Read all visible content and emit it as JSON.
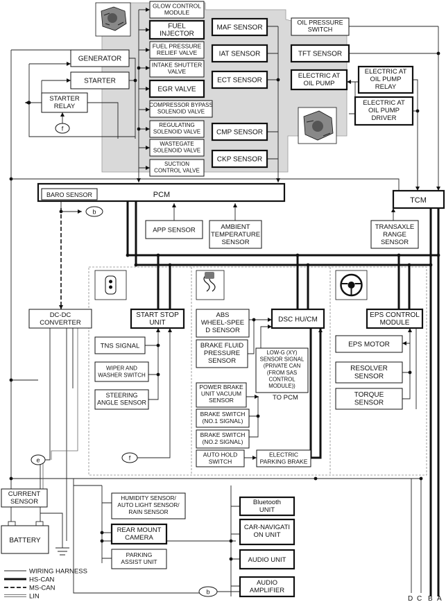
{
  "engine": {
    "glow_control_module": [
      "GLOW CONTROL",
      "MODULE"
    ],
    "fuel_injector": [
      "FUEL",
      "INJECTOR"
    ],
    "fuel_pressure_relief": [
      "FUEL PRESSURE",
      "RELIEF VALVE"
    ],
    "intake_shutter": [
      "INTAKE SHUTTER",
      "VALVE"
    ],
    "egr_valve": [
      "EGR VALVE"
    ],
    "compressor_bypass": [
      "COMPRESSOR BYPASS",
      "SOLENOID VALVE"
    ],
    "regulating_solenoid": [
      "REGULATING",
      "SOLENOID VALVE"
    ],
    "wastegate_solenoid": [
      "WASTEGATE",
      "SOLENOID VALVE"
    ],
    "suction_control": [
      "SUCTION",
      "CONTROL VALVE"
    ],
    "maf_sensor": [
      "MAF SENSOR"
    ],
    "iat_sensor": [
      "IAT SENSOR"
    ],
    "ect_sensor": [
      "ECT SENSOR"
    ],
    "cmp_sensor": [
      "CMP SENSOR"
    ],
    "ckp_sensor": [
      "CKP SENSOR"
    ],
    "oil_pressure_switch": [
      "OIL PRESSURE",
      "SWITCH"
    ],
    "tft_sensor": [
      "TFT SENSOR"
    ],
    "electric_at_oil_pump": [
      "ELECTRIC AT",
      "OIL PUMP"
    ],
    "electric_at_relay": [
      "ELECTRIC AT",
      "OIL PUMP",
      "RELAY"
    ],
    "electric_at_driver": [
      "ELECTRIC AT",
      "OIL PUMP",
      "DRIVER"
    ],
    "generator": [
      "GENERATOR"
    ],
    "starter": [
      "STARTER"
    ],
    "starter_relay": [
      "STARTER",
      "RELAY"
    ]
  },
  "pcm": {
    "baro_sensor": "BARO SENSOR",
    "pcm_label": "PCM",
    "tcm_label": "TCM",
    "app_sensor": [
      "APP SENSOR"
    ],
    "ambient_temp": [
      "AMBIENT",
      "TEMPERATURE",
      "SENSOR"
    ],
    "transaxle_range": [
      "TRANSAXLE",
      "RANGE",
      "SENSOR"
    ]
  },
  "chassis": {
    "dcdc": [
      "DC-DC",
      "CONVERTER"
    ],
    "start_stop": [
      "START STOP",
      "UNIT"
    ],
    "tns_signal": [
      "TNS SIGNAL"
    ],
    "wiper_washer": [
      "WIPER AND",
      "WASHER SWITCH"
    ],
    "steering_angle": [
      "STEERING",
      "ANGLE SENSOR"
    ],
    "abs_sensor": [
      "ABS",
      "WHEEL-SPEE",
      "D SENSOR"
    ],
    "brake_fluid": [
      "BRAKE FLUID",
      "PRESSURE",
      "SENSOR"
    ],
    "dsc": [
      "DSC HU/CM"
    ],
    "low_g": [
      "LOW-G (XY)",
      "SENSOR SIGNAL",
      "(PRIVATE CAN",
      "(FROM SAS",
      "CONTROL",
      "MODULE))"
    ],
    "power_brake": [
      "POWER BRAKE",
      "UNIT VACUUM",
      "SENSOR"
    ],
    "to_pcm": "TO PCM",
    "brake_switch_1": [
      "BRAKE SWITCH",
      "(NO.1 SIGNAL)"
    ],
    "brake_switch_2": [
      "BRAKE SWITCH",
      "(NO.2 SIGNAL)"
    ],
    "auto_hold": [
      "AUTO HOLD",
      "SWITCH"
    ],
    "epb": [
      "ELECTRIC",
      "PARKING BRAKE"
    ],
    "eps_control": [
      "EPS CONTROL",
      "MODULE"
    ],
    "eps_motor": [
      "EPS MOTOR"
    ],
    "resolver": [
      "RESOLVER",
      "SENSOR"
    ],
    "torque": [
      "TORQUE",
      "SENSOR"
    ]
  },
  "body": {
    "current_sensor": [
      "CURRENT",
      "SENSOR"
    ],
    "battery": [
      "BATTERY"
    ],
    "humidity": [
      "HUMIDITY SENSOR/",
      "AUTO LIGHT SENSOR/",
      "RAIN SENSOR"
    ],
    "rear_camera": [
      "REAR MOUNT",
      "CAMERA"
    ],
    "parking_assist": [
      "PARKING",
      "ASSIST UNIT"
    ],
    "bluetooth": [
      "Bluetooth",
      "UNIT"
    ],
    "navi": [
      "CAR-NAVIGATI",
      "ON UNIT"
    ],
    "audio_unit": [
      "AUDIO UNIT"
    ],
    "audio_amp": [
      "AUDIO",
      "AMPLIFIER"
    ]
  },
  "connectors": {
    "f": "f",
    "b": "b",
    "e": "e"
  },
  "edge_labels": {
    "a": "A",
    "b": "B",
    "c": "C",
    "d": "D"
  },
  "legend": {
    "wiring": "WIRING HARNESS",
    "hs_can": "HS-CAN",
    "ms_can": "MS-CAN",
    "lin": "LIN"
  }
}
